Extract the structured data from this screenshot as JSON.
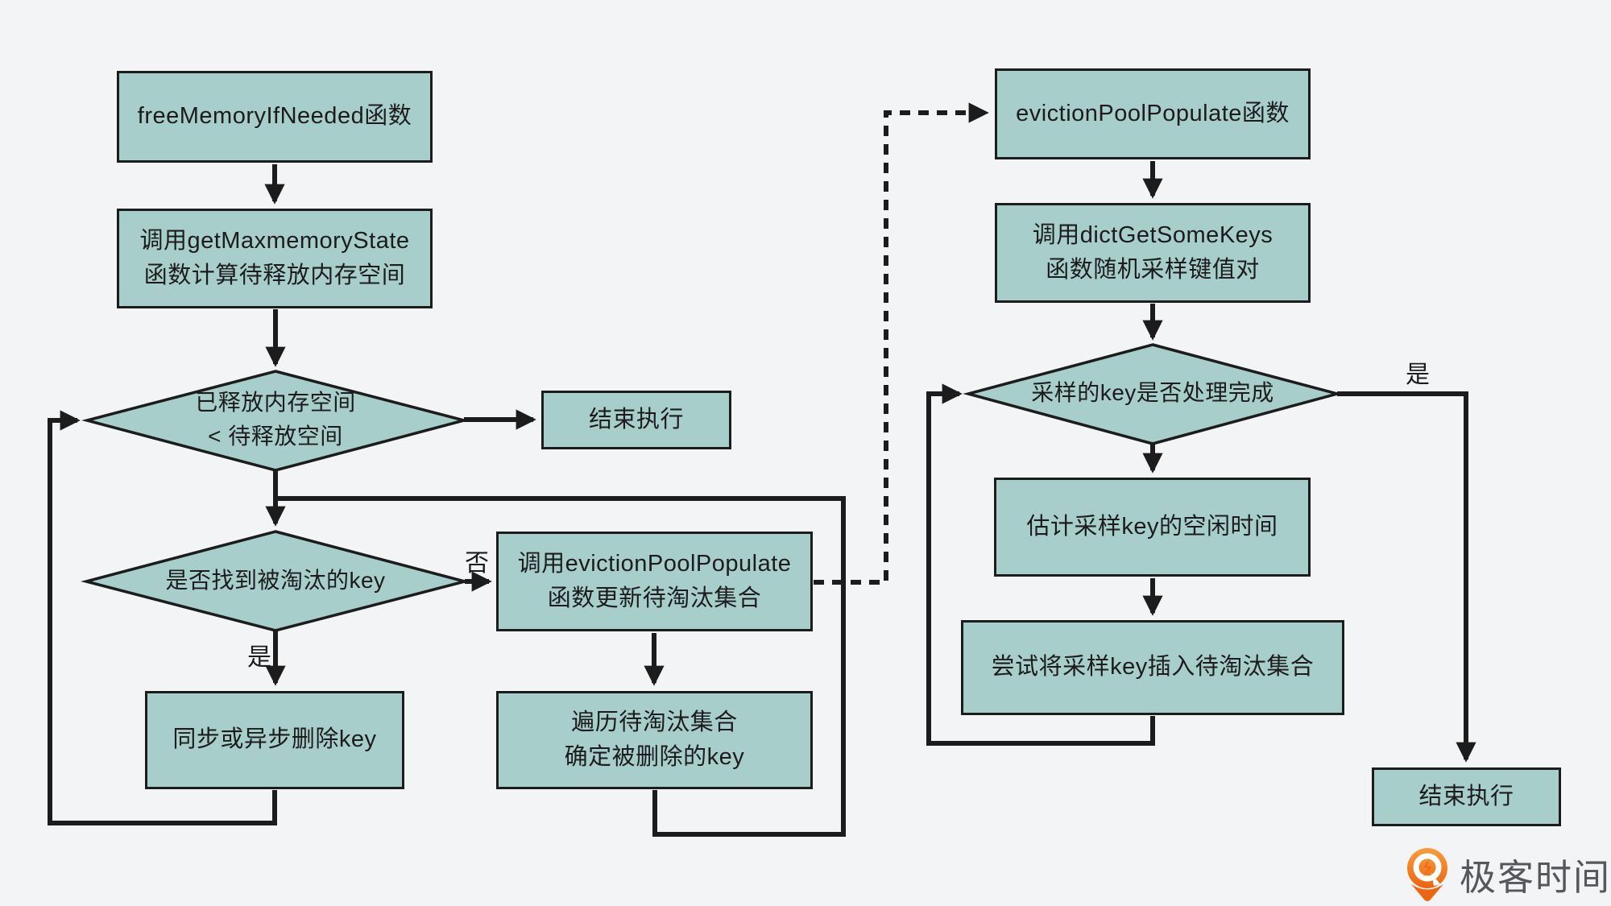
{
  "colors": {
    "background": "#f2f4f6",
    "node_fill": "#a8cecc",
    "stroke": "#1c1c1c",
    "logo_orange": "#ee6c1d",
    "logo_text_color": "#55575a"
  },
  "nodes": {
    "free_memory_fn": {
      "label": "freeMemoryIfNeeded函数"
    },
    "get_maxmemory_state": {
      "line1": "调用getMaxmemoryState",
      "line2": "函数计算待释放内存空间"
    },
    "freed_check": {
      "line1": "已释放内存空间",
      "line2": "< 待释放空间"
    },
    "end_left": {
      "label": "结束执行"
    },
    "found_key_check": {
      "label": "是否找到被淘汰的key"
    },
    "delete_key": {
      "label": "同步或异步删除key"
    },
    "call_eviction_pool_populate": {
      "line1": "调用evictionPoolPopulate",
      "line2": "函数更新待淘汰集合"
    },
    "traverse_pool": {
      "line1": "遍历待淘汰集合",
      "line2": "确定被删除的key"
    },
    "eviction_pool_populate_fn": {
      "label": "evictionPoolPopulate函数"
    },
    "dict_get_some_keys": {
      "line1": "调用dictGetSomeKeys",
      "line2": "函数随机采样键值对"
    },
    "sample_done_check": {
      "label": "采样的key是否处理完成"
    },
    "estimate_idle": {
      "label": "估计采样key的空闲时间"
    },
    "insert_pool": {
      "label": "尝试将采样key插入待淘汰集合"
    },
    "end_right": {
      "label": "结束执行"
    }
  },
  "edge_labels": {
    "no": "否",
    "yes": "是"
  },
  "edges": [
    {
      "from": "free_memory_fn",
      "to": "get_maxmemory_state"
    },
    {
      "from": "get_maxmemory_state",
      "to": "freed_check"
    },
    {
      "from": "freed_check",
      "to": "end_left"
    },
    {
      "from": "freed_check",
      "to": "found_key_check"
    },
    {
      "from": "found_key_check",
      "to": "call_eviction_pool_populate",
      "label": "否"
    },
    {
      "from": "found_key_check",
      "to": "delete_key",
      "label": "是"
    },
    {
      "from": "delete_key",
      "to": "freed_check"
    },
    {
      "from": "call_eviction_pool_populate",
      "to": "traverse_pool"
    },
    {
      "from": "traverse_pool",
      "to": "found_key_check"
    },
    {
      "from": "call_eviction_pool_populate",
      "to": "eviction_pool_populate_fn",
      "style": "dashed"
    },
    {
      "from": "eviction_pool_populate_fn",
      "to": "dict_get_some_keys"
    },
    {
      "from": "dict_get_some_keys",
      "to": "sample_done_check"
    },
    {
      "from": "sample_done_check",
      "to": "estimate_idle"
    },
    {
      "from": "estimate_idle",
      "to": "insert_pool"
    },
    {
      "from": "insert_pool",
      "to": "sample_done_check"
    },
    {
      "from": "sample_done_check",
      "to": "end_right",
      "label": "是"
    }
  ],
  "logo": {
    "text": "极客时间"
  }
}
